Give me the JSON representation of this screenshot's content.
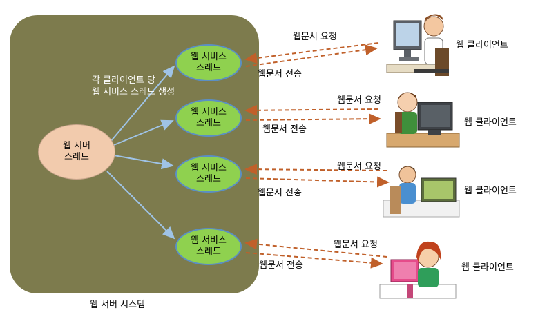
{
  "system": {
    "label": "웹 서버 시스템"
  },
  "server_thread": {
    "line1": "웹 서버",
    "line2": "스레드"
  },
  "annotation": {
    "line1": "각 클라이언트 당",
    "line2": "웹 서비스 스레드 생성"
  },
  "service_threads": [
    {
      "line1": "웹 서비스",
      "line2": "스레드"
    },
    {
      "line1": "웹 서비스",
      "line2": "스레드"
    },
    {
      "line1": "웹 서비스",
      "line2": "스레드"
    },
    {
      "line1": "웹 서비스",
      "line2": "스레드"
    }
  ],
  "requests": [
    {
      "request": "웹문서 요청",
      "response": "웹문서 전송",
      "client": "웹 클라이언트"
    },
    {
      "request": "웹문서 요청",
      "response": "웹문서 전송",
      "client": "웹 클라이언트"
    },
    {
      "request": "웹문서 요청",
      "response": "웹문서 전송",
      "client": "웹 클라이언트"
    },
    {
      "request": "웹문서 요청",
      "response": "웹문서 전송",
      "client": "웹 클라이언트"
    }
  ],
  "colors": {
    "system_box": "#7d7b4d",
    "server_thread": "#f2cbad",
    "service_thread": "#8fd14f",
    "service_border": "#5b8fc4",
    "arrow_blue": "#9fc3e6",
    "arrow_orange": "#c0602a"
  }
}
